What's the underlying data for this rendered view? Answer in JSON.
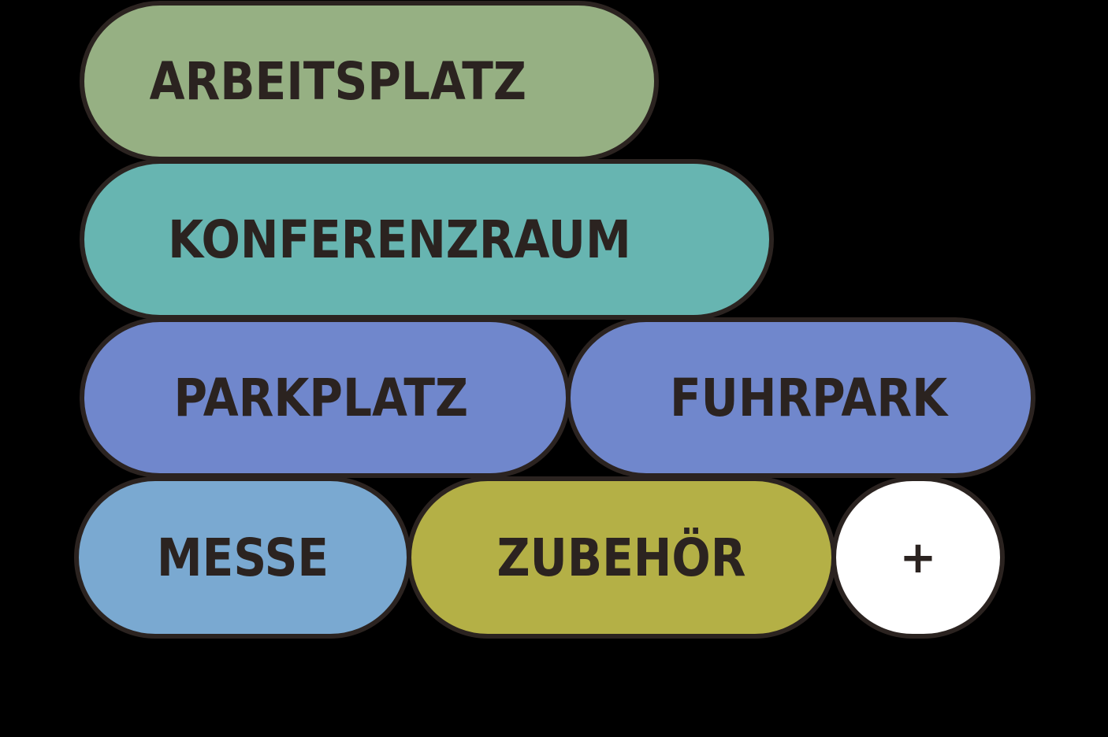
{
  "categories": [
    {
      "label": "ARBEITSPLATZ",
      "color": "#96b083"
    },
    {
      "label": "KONFERENZRAUM",
      "color": "#67b5b1"
    },
    {
      "label": "PARKPLATZ",
      "color": "#7087cc"
    },
    {
      "label": "FUHRPARK",
      "color": "#7087cc"
    },
    {
      "label": "MESSE",
      "color": "#7aa9d1"
    },
    {
      "label": "ZUBEHÖR",
      "color": "#b4b046"
    }
  ],
  "add_button": {
    "label": "+",
    "color": "#ffffff"
  },
  "colors": {
    "border": "#2b2320",
    "text": "#2b2320",
    "background": "#000000"
  }
}
